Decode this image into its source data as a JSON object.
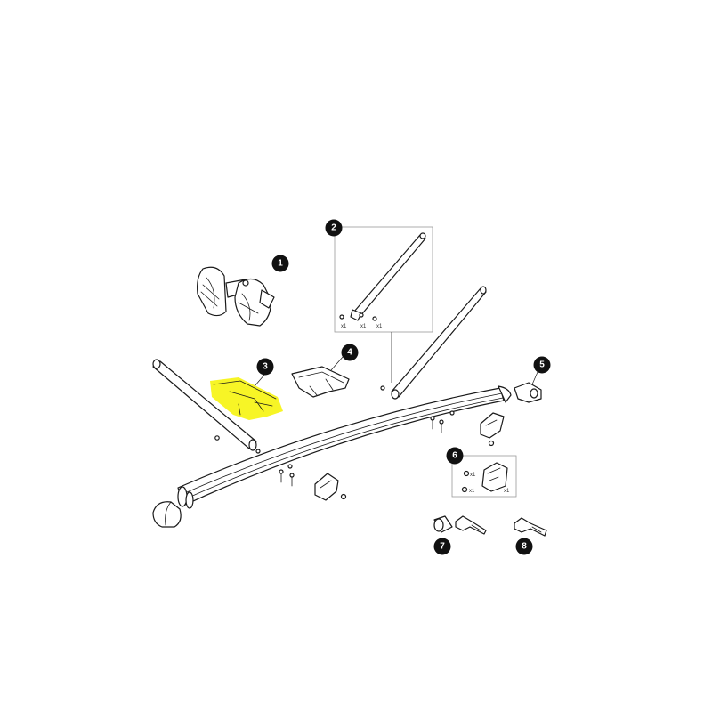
{
  "callouts": [
    "1",
    "2",
    "3",
    "4",
    "5",
    "6",
    "7",
    "8"
  ],
  "quantities": {
    "box2": [
      "x1",
      "x1",
      "x1"
    ],
    "box6": [
      "x1",
      "x1",
      "x1"
    ]
  },
  "highlight": {
    "part": "3",
    "color": "#f6f300"
  }
}
